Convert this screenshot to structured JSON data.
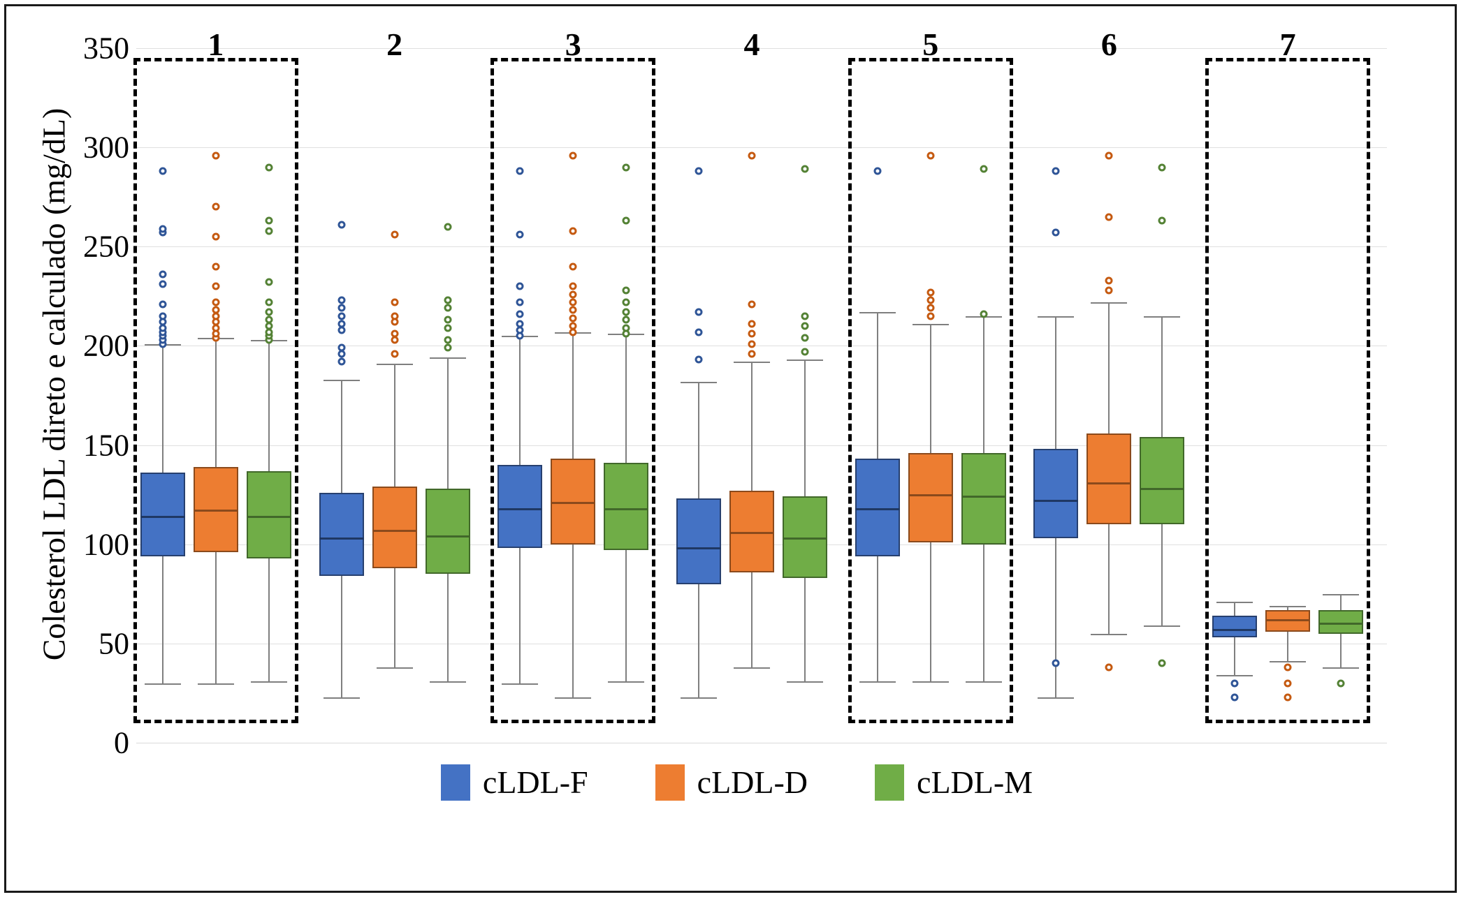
{
  "chart_data": {
    "type": "box",
    "title": "",
    "xlabel": "",
    "ylabel": "Colesterol LDL direto e calculado (mg/dL)",
    "ylim": [
      0,
      350
    ],
    "yticks": [
      0,
      50,
      100,
      150,
      200,
      250,
      300,
      350
    ],
    "grid": true,
    "legend_position": "bottom",
    "categories": [
      "1",
      "2",
      "3",
      "4",
      "5",
      "6",
      "7"
    ],
    "highlighted_groups": [
      "1",
      "3",
      "5",
      "7"
    ],
    "series": [
      {
        "name": "cLDL-F",
        "color": "#4472c4",
        "boxes": [
          {
            "group": "1",
            "whisker_low": 30,
            "q1": 94,
            "median": 114,
            "q3": 136,
            "whisker_high": 201,
            "outliers": [
              201,
              203,
              205,
              207,
              209,
              212,
              215,
              221,
              231,
              236,
              257,
              259,
              288
            ]
          },
          {
            "group": "2",
            "whisker_low": 23,
            "q1": 84,
            "median": 103,
            "q3": 126,
            "whisker_high": 183,
            "outliers": [
              192,
              196,
              199,
              208,
              211,
              215,
              219,
              223,
              261
            ]
          },
          {
            "group": "3",
            "whisker_low": 30,
            "q1": 98,
            "median": 118,
            "q3": 140,
            "whisker_high": 205,
            "outliers": [
              205,
              208,
              211,
              216,
              222,
              230,
              256,
              288
            ]
          },
          {
            "group": "4",
            "whisker_low": 23,
            "q1": 80,
            "median": 98,
            "q3": 123,
            "whisker_high": 182,
            "outliers": [
              193,
              207,
              217,
              288
            ]
          },
          {
            "group": "5",
            "whisker_low": 31,
            "q1": 94,
            "median": 118,
            "q3": 143,
            "whisker_high": 217,
            "outliers": [
              288
            ]
          },
          {
            "group": "6",
            "whisker_low": 23,
            "q1": 103,
            "median": 122,
            "q3": 148,
            "whisker_high": 215,
            "outliers": [
              40,
              257,
              288
            ]
          },
          {
            "group": "7",
            "whisker_low": 34,
            "q1": 53,
            "median": 57,
            "q3": 64,
            "whisker_high": 71,
            "outliers": [
              23,
              30
            ]
          }
        ]
      },
      {
        "name": "cLDL-D",
        "color": "#ed7d31",
        "boxes": [
          {
            "group": "1",
            "whisker_low": 30,
            "q1": 96,
            "median": 117,
            "q3": 139,
            "whisker_high": 204,
            "outliers": [
              204,
              206,
              209,
              212,
              215,
              218,
              222,
              230,
              240,
              255,
              270,
              296
            ]
          },
          {
            "group": "2",
            "whisker_low": 38,
            "q1": 88,
            "median": 107,
            "q3": 129,
            "whisker_high": 191,
            "outliers": [
              196,
              203,
              206,
              212,
              215,
              222,
              256
            ]
          },
          {
            "group": "3",
            "whisker_low": 23,
            "q1": 100,
            "median": 121,
            "q3": 143,
            "whisker_high": 207,
            "outliers": [
              207,
              210,
              214,
              218,
              222,
              226,
              230,
              240,
              258,
              296
            ]
          },
          {
            "group": "4",
            "whisker_low": 38,
            "q1": 86,
            "median": 106,
            "q3": 127,
            "whisker_high": 192,
            "outliers": [
              196,
              201,
              206,
              211,
              221,
              296
            ]
          },
          {
            "group": "5",
            "whisker_low": 31,
            "q1": 101,
            "median": 125,
            "q3": 146,
            "whisker_high": 211,
            "outliers": [
              215,
              219,
              223,
              227,
              296
            ]
          },
          {
            "group": "6",
            "whisker_low": 55,
            "q1": 110,
            "median": 131,
            "q3": 156,
            "whisker_high": 222,
            "outliers": [
              38,
              228,
              233,
              265,
              296
            ]
          },
          {
            "group": "7",
            "whisker_low": 41,
            "q1": 56,
            "median": 62,
            "q3": 67,
            "whisker_high": 69,
            "outliers": [
              23,
              30,
              38
            ]
          }
        ]
      },
      {
        "name": "cLDL-M",
        "color": "#70ad47",
        "boxes": [
          {
            "group": "1",
            "whisker_low": 31,
            "q1": 93,
            "median": 114,
            "q3": 137,
            "whisker_high": 203,
            "outliers": [
              203,
              205,
              207,
              210,
              213,
              217,
              222,
              232,
              258,
              263,
              290
            ]
          },
          {
            "group": "2",
            "whisker_low": 31,
            "q1": 85,
            "median": 104,
            "q3": 128,
            "whisker_high": 194,
            "outliers": [
              199,
              203,
              209,
              213,
              219,
              223,
              260
            ]
          },
          {
            "group": "3",
            "whisker_low": 31,
            "q1": 97,
            "median": 118,
            "q3": 141,
            "whisker_high": 206,
            "outliers": [
              206,
              209,
              213,
              217,
              222,
              228,
              263,
              290
            ]
          },
          {
            "group": "4",
            "whisker_low": 31,
            "q1": 83,
            "median": 103,
            "q3": 124,
            "whisker_high": 193,
            "outliers": [
              197,
              204,
              210,
              215,
              289
            ]
          },
          {
            "group": "5",
            "whisker_low": 31,
            "q1": 100,
            "median": 124,
            "q3": 146,
            "whisker_high": 215,
            "outliers": [
              216,
              289
            ]
          },
          {
            "group": "6",
            "whisker_low": 59,
            "q1": 110,
            "median": 128,
            "q3": 154,
            "whisker_high": 215,
            "outliers": [
              40,
              263,
              290
            ]
          },
          {
            "group": "7",
            "whisker_low": 38,
            "q1": 55,
            "median": 60,
            "q3": 67,
            "whisker_high": 75,
            "outliers": [
              30
            ]
          }
        ]
      }
    ],
    "legend": [
      {
        "label": "cLDL-F",
        "color": "#4472c4"
      },
      {
        "label": "cLDL-D",
        "color": "#ed7d31"
      },
      {
        "label": "cLDL-M",
        "color": "#70ad47"
      }
    ]
  }
}
